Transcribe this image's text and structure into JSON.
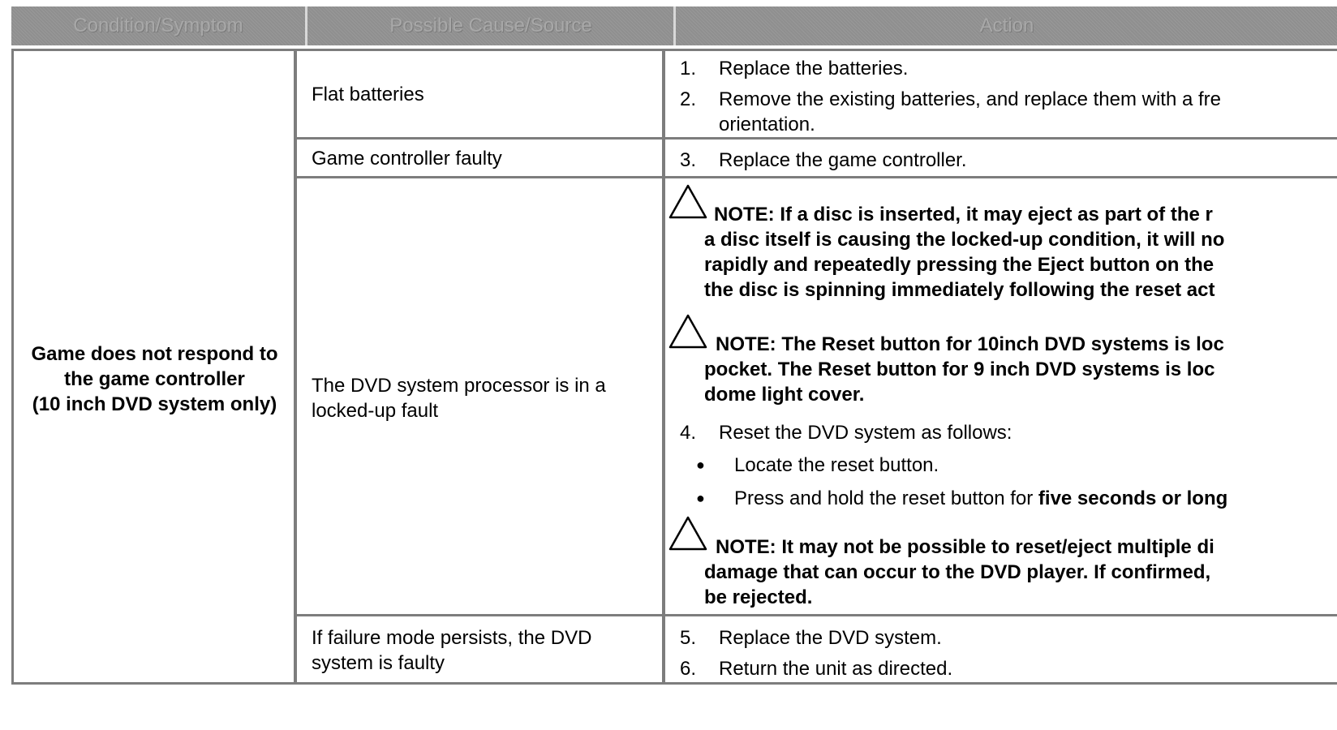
{
  "header": {
    "col1": "Condition/Symptom",
    "col2": "Possible Cause/Source",
    "col3": "Action"
  },
  "symptom": {
    "lines": [
      "Game does not respond to",
      "the game controller",
      "(10 inch DVD system only)"
    ]
  },
  "causes": {
    "flat_batteries": "Flat batteries",
    "controller_faulty": "Game controller faulty",
    "processor_locked": [
      "The DVD system processor is in a",
      "locked-up fault"
    ],
    "dvd_faulty": [
      "If failure mode persists, the DVD",
      "system is faulty"
    ]
  },
  "actions": {
    "step1": {
      "num": "1.",
      "text": "Replace the batteries."
    },
    "step2": {
      "num": "2.",
      "text": "Remove the existing batteries, and replace them with a fre",
      "text2": "orientation."
    },
    "step3": {
      "num": "3.",
      "text": "Replace the game controller."
    },
    "note1": {
      "first": "NOTE:  If a disc is inserted, it may eject as part of the r",
      "lines": [
        "a disc itself is causing the locked-up condition, it will no",
        "rapidly and repeatedly pressing the Eject button on the",
        "the disc is spinning immediately following the reset act"
      ]
    },
    "note2": {
      "first": "NOTE:  The Reset button for 10inch DVD systems is loc",
      "lines": [
        "pocket.  The Reset button for 9 inch DVD systems is loc",
        "dome light cover."
      ]
    },
    "step4": {
      "num": "4.",
      "text": "Reset the DVD system as follows:"
    },
    "bullet1": "Locate the reset button.",
    "bullet2_plain": "Press and hold the reset button for ",
    "bullet2_bold": "five seconds or long",
    "note3": {
      "first": "NOTE:  It may not be possible to reset/eject multiple di",
      "lines": [
        "damage that can occur to the DVD player. If confirmed,",
        "be rejected."
      ]
    },
    "step5": {
      "num": "5.",
      "text": "Replace the DVD system."
    },
    "step6": {
      "num": "6.",
      "text": "Return the unit as directed."
    }
  }
}
